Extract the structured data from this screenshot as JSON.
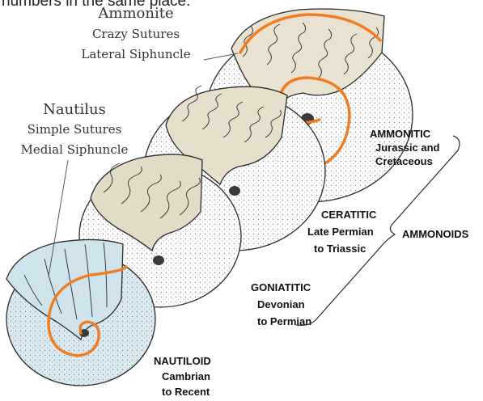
{
  "top_caption": "numbers in the same place.",
  "callouts": {
    "ammonite": {
      "title": "Ammonite",
      "line1": "Crazy Sutures",
      "line2": "Lateral Siphuncle"
    },
    "nautilus": {
      "title": "Nautilus",
      "line1": "Simple Sutures",
      "line2": "Medial Siphuncle"
    }
  },
  "stages": [
    {
      "name": "AMMONITIC",
      "line1": "Jurassic and",
      "line2": "Cretaceous",
      "color": "#e9e2d0"
    },
    {
      "name": "CERATITIC",
      "line1": "Late Permian",
      "line2": "to Triassic",
      "color": "#e6dfcb"
    },
    {
      "name": "GONIATITIC",
      "line1": "Devonian",
      "line2": "to Permian",
      "color": "#e2dbc6"
    },
    {
      "name": "NAUTILOID",
      "line1": "Cambrian",
      "line2": "to Recent",
      "color": "#cfe3ec"
    }
  ],
  "group_label": "AMMONOIDS",
  "colors": {
    "siphuncle": "#f07d22",
    "outline": "#2b2b2b",
    "nautilus_fill": "#cfe3ec",
    "ammonoid_fill": "#e3dcc8",
    "stipple": "#9a9a9a"
  }
}
